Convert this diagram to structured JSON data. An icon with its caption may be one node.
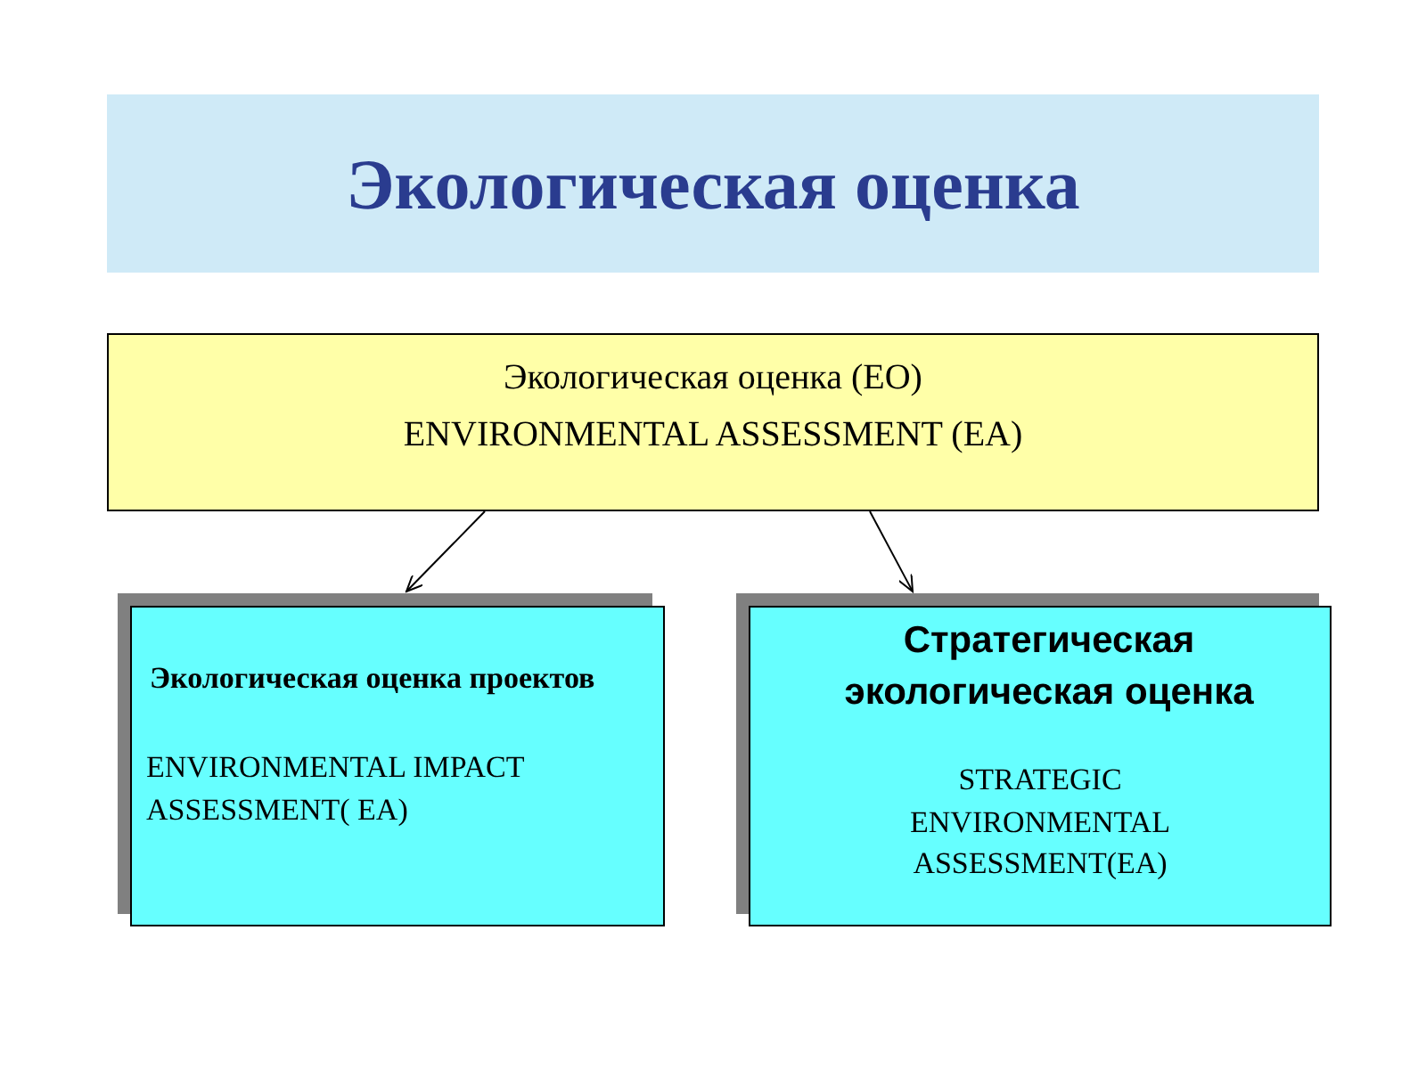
{
  "diagram": {
    "title": "Экологическая оценка",
    "nodes": [
      {
        "text": [
          "Экологическая оценка (ЕО)",
          "ENVIRONMENTAL ASSESSMENT (EA)"
        ]
      },
      {
        "text": [
          "Экологическая оценка проектов",
          "ENVIRONMENTAL IMPACT ASSESSMENT( EA)"
        ]
      },
      {
        "text": [
          "Стратегическая экологическая оценка",
          "STRATEGIC ENVIRONMENTAL ASSESSMENT(EA)"
        ]
      }
    ],
    "edges": [
      {
        "from": 0,
        "to": 1,
        "arrow": "to"
      },
      {
        "from": 0,
        "to": 2,
        "arrow": "to"
      }
    ]
  }
}
